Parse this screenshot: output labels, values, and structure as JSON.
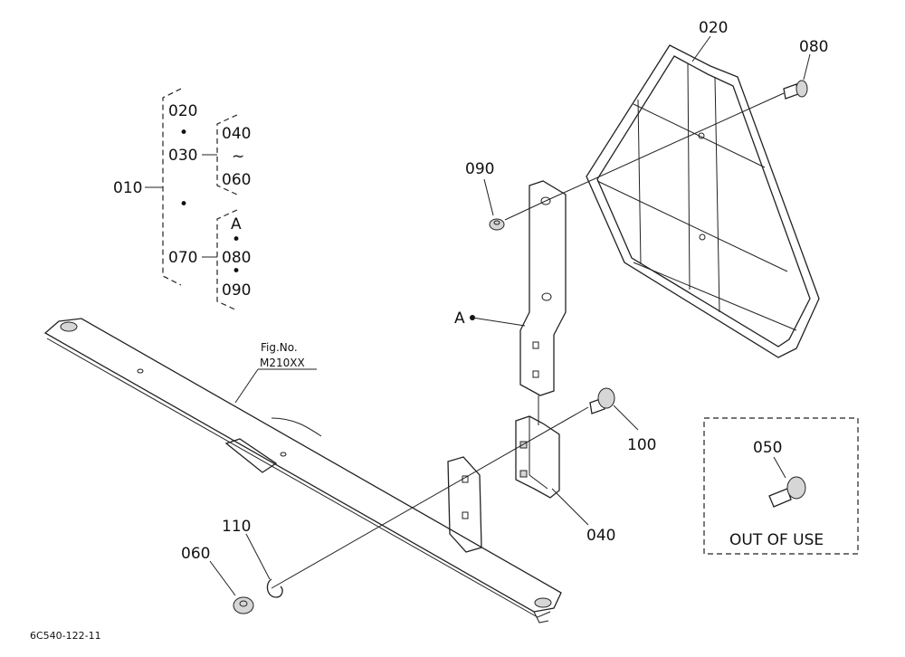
{
  "labels": {
    "p010": "010",
    "p020_tree": "020",
    "p030": "030",
    "p040_tree": "040",
    "tilde": "~",
    "p060_tree": "060",
    "p070": "070",
    "a_tree": "A",
    "p080_tree": "080",
    "p090_tree": "090",
    "dot": "•",
    "p020": "020",
    "p080": "080",
    "p090": "090",
    "a_point": "A",
    "fig_no": "Fig.No.",
    "fig_ref": "M210XX",
    "p100": "100",
    "p040": "040",
    "p050": "050",
    "out_of_use": "OUT OF USE",
    "p110": "110",
    "p060": "060",
    "drawing_no": "6C540-122-11"
  }
}
